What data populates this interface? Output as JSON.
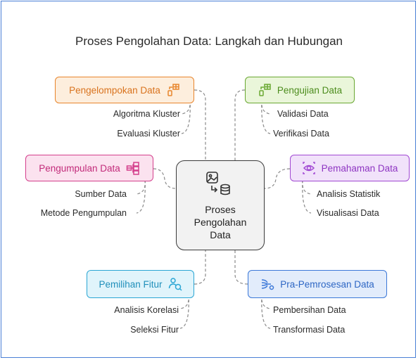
{
  "title": "Proses Pengolahan Data: Langkah dan Hubungan",
  "center": {
    "lines": [
      "Proses",
      "Pengolahan",
      "Data"
    ],
    "icon": "image-database-icon"
  },
  "nodes": {
    "pengelompokan": {
      "label": "Pengelompokan Data",
      "icon": "cluster-table-icon",
      "color": "#e8852c",
      "fill": "#fdeedd",
      "items": [
        "Algoritma Kluster",
        "Evaluasi Kluster"
      ]
    },
    "pengujian": {
      "label": "Pengujian Data",
      "icon": "test-table-icon",
      "color": "#6aa832",
      "fill": "#eaf6da",
      "items": [
        "Validasi Data",
        "Verifikasi Data"
      ]
    },
    "pengumpulan": {
      "label": "Pengumpulan Data",
      "icon": "collect-data-icon",
      "color": "#d43f8c",
      "fill": "#fbe2ef",
      "items": [
        "Sumber Data",
        "Metode Pengumpulan"
      ]
    },
    "pemahaman": {
      "label": "Pemahaman Data",
      "icon": "understanding-data-icon",
      "color": "#a148d3",
      "fill": "#f1e2fa",
      "items": [
        "Analisis Statistik",
        "Visualisasi Data"
      ]
    },
    "pemilihan": {
      "label": "Pemilihan Fitur",
      "icon": "feature-selection-icon",
      "color": "#2aa6d4",
      "fill": "#e0f4fb",
      "items": [
        "Analisis Korelasi",
        "Seleksi Fitur"
      ]
    },
    "prapemrosesan": {
      "label": "Pra-Pemrosesan Data",
      "icon": "preprocessing-icon",
      "color": "#3b78d8",
      "fill": "#e2ecfb",
      "items": [
        "Pembersihan Data",
        "Transformasi Data"
      ]
    }
  }
}
